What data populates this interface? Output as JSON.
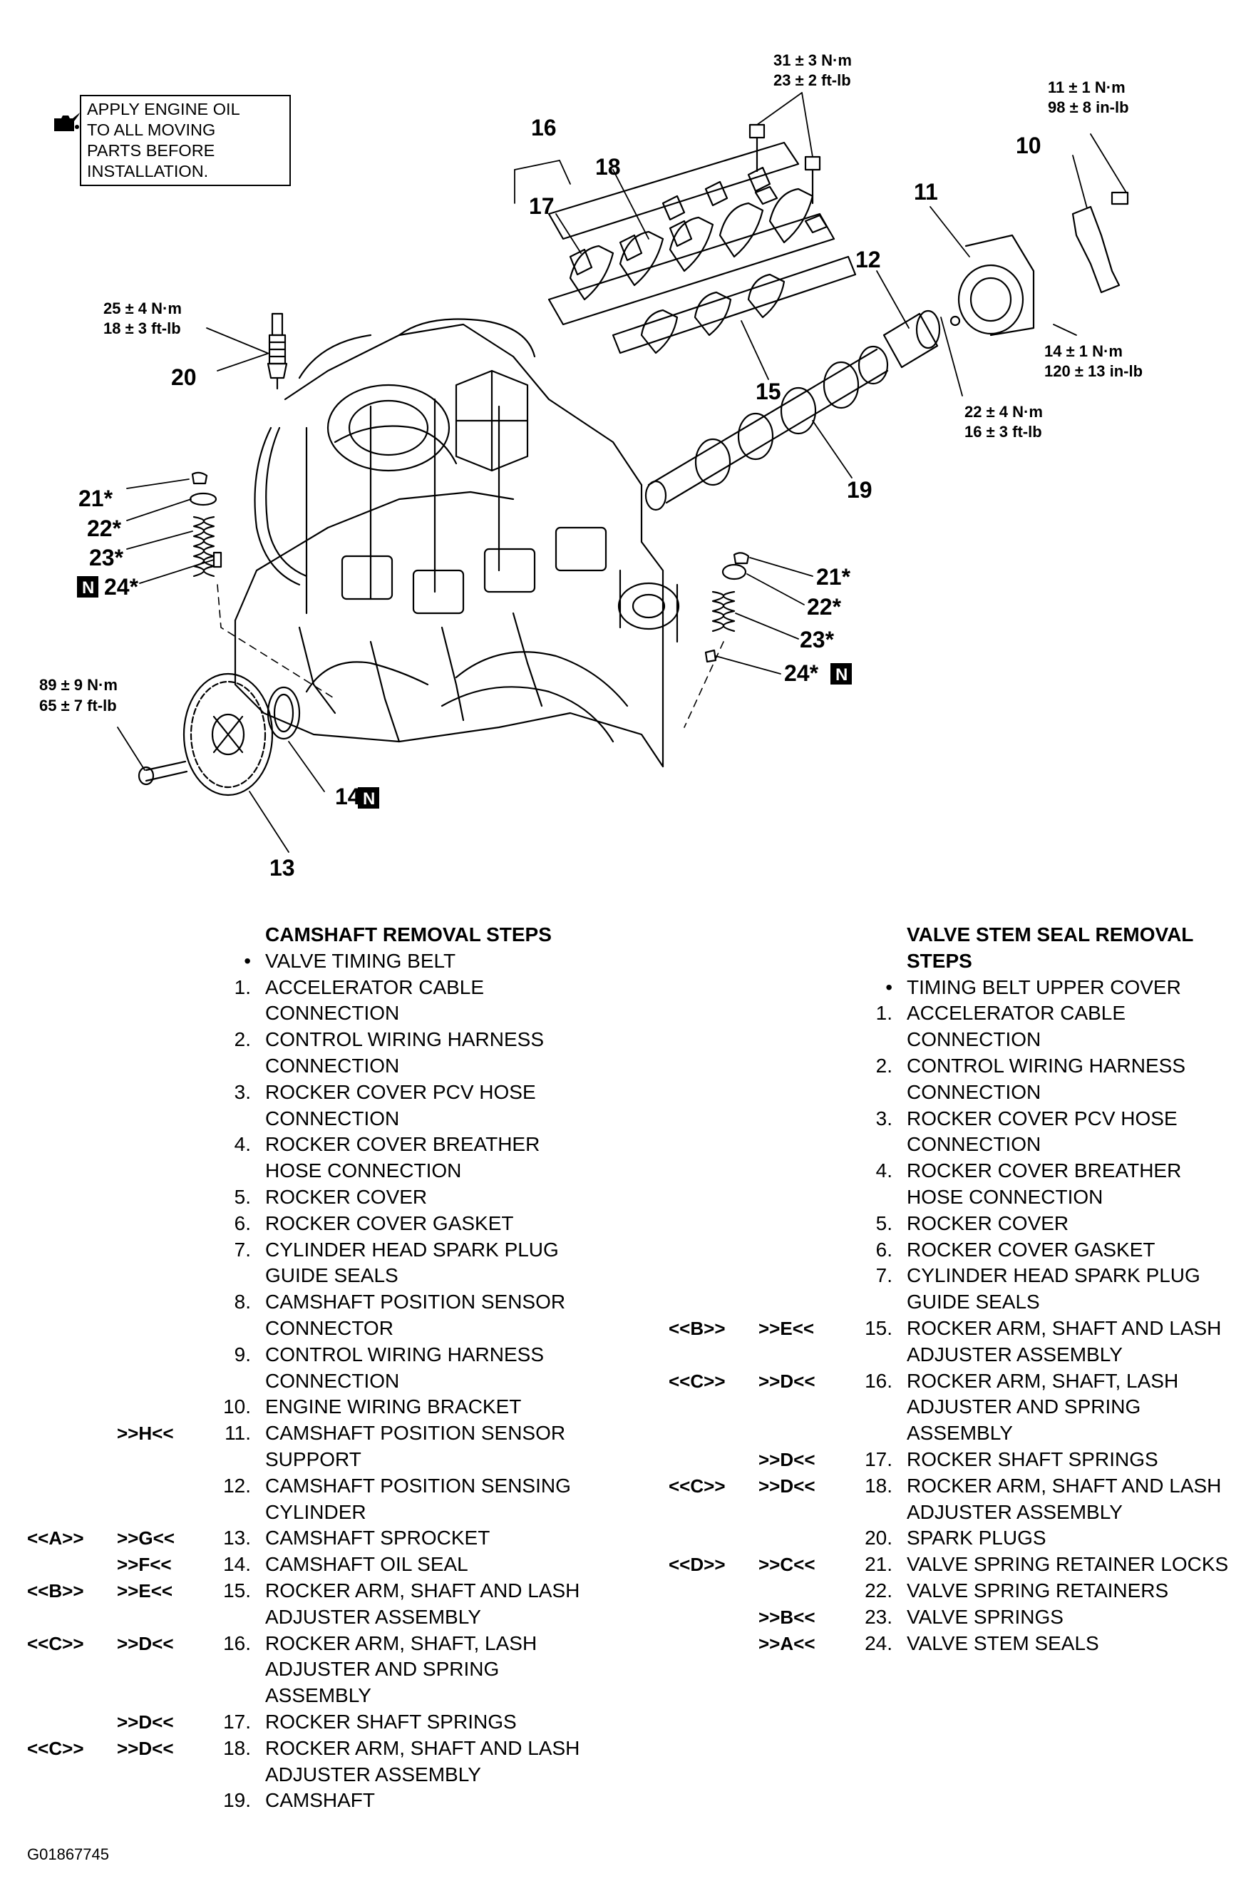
{
  "oil_note": {
    "lines": [
      "APPLY ENGINE OIL",
      "TO ALL MOVING",
      "PARTS BEFORE",
      "INSTALLATION."
    ],
    "icon": "oil-can-icon"
  },
  "callouts": {
    "n10": "10",
    "n11": "11",
    "n12": "12",
    "n13": "13",
    "n14": "14",
    "n15": "15",
    "n16": "16",
    "n17": "17",
    "n18": "18",
    "n19": "19",
    "n20": "20",
    "l21": "21*",
    "l22": "22*",
    "l23": "23*",
    "l24": "24*",
    "r21": "21*",
    "r22": "22*",
    "r23": "23*",
    "r24": "24*",
    "new_marker": "N"
  },
  "torques": {
    "t_top_a": "31 ± 3 N·m",
    "t_top_b": "23 ± 2 ft-lb",
    "t_10_a": "11 ± 1 N·m",
    "t_10_b": "98 ± 8 in-lb",
    "t_14a_a": "14 ± 1 N·m",
    "t_14a_b": "120 ± 13 in-lb",
    "t_22_a": "22 ± 4 N·m",
    "t_22_b": "16 ± 3 ft-lb",
    "t_20_a": "25 ± 4 N·m",
    "t_20_b": "18 ± 3 ft-lb",
    "t_89_a": "89 ± 9 N·m",
    "t_89_b": "65 ± 7 ft-lb"
  },
  "camshaft": {
    "title": "CAMSHAFT REMOVAL STEPS",
    "steps": [
      {
        "a": "",
        "b": "",
        "n": "•",
        "t": "VALVE TIMING BELT"
      },
      {
        "a": "",
        "b": "",
        "n": "1.",
        "t": "ACCELERATOR CABLE CONNECTION"
      },
      {
        "a": "",
        "b": "",
        "n": "2.",
        "t": "CONTROL WIRING HARNESS CONNECTION"
      },
      {
        "a": "",
        "b": "",
        "n": "3.",
        "t": "ROCKER COVER PCV HOSE CONNECTION"
      },
      {
        "a": "",
        "b": "",
        "n": "4.",
        "t": "ROCKER COVER BREATHER HOSE CONNECTION"
      },
      {
        "a": "",
        "b": "",
        "n": "5.",
        "t": "ROCKER COVER"
      },
      {
        "a": "",
        "b": "",
        "n": "6.",
        "t": "ROCKER COVER GASKET"
      },
      {
        "a": "",
        "b": "",
        "n": "7.",
        "t": "CYLINDER HEAD SPARK PLUG GUIDE SEALS"
      },
      {
        "a": "",
        "b": "",
        "n": "8.",
        "t": "CAMSHAFT POSITION SENSOR CONNECTOR"
      },
      {
        "a": "",
        "b": "",
        "n": "9.",
        "t": "CONTROL WIRING HARNESS CONNECTION"
      },
      {
        "a": "",
        "b": "",
        "n": "10.",
        "t": "ENGINE WIRING BRACKET"
      },
      {
        "a": "",
        "b": ">>H<<",
        "n": "11.",
        "t": "CAMSHAFT POSITION SENSOR SUPPORT"
      },
      {
        "a": "",
        "b": "",
        "n": "12.",
        "t": "CAMSHAFT POSITION SENSING CYLINDER"
      },
      {
        "a": "<<A>>",
        "b": ">>G<<",
        "n": "13.",
        "t": "CAMSHAFT SPROCKET"
      },
      {
        "a": "",
        "b": ">>F<<",
        "n": "14.",
        "t": "CAMSHAFT OIL SEAL"
      },
      {
        "a": "<<B>>",
        "b": ">>E<<",
        "n": "15.",
        "t": "ROCKER ARM, SHAFT AND LASH ADJUSTER ASSEMBLY"
      },
      {
        "a": "<<C>>",
        "b": ">>D<<",
        "n": "16.",
        "t": "ROCKER ARM, SHAFT, LASH ADJUSTER AND SPRING ASSEMBLY"
      },
      {
        "a": "",
        "b": ">>D<<",
        "n": "17.",
        "t": "ROCKER SHAFT SPRINGS"
      },
      {
        "a": "<<C>>",
        "b": ">>D<<",
        "n": "18.",
        "t": "ROCKER ARM, SHAFT AND LASH ADJUSTER ASSEMBLY"
      },
      {
        "a": "",
        "b": "",
        "n": "19.",
        "t": "CAMSHAFT"
      }
    ]
  },
  "valve": {
    "title": "VALVE STEM SEAL REMOVAL STEPS",
    "steps": [
      {
        "a": "",
        "b": "",
        "n": "•",
        "t": "TIMING BELT UPPER COVER"
      },
      {
        "a": "",
        "b": "",
        "n": "1.",
        "t": "ACCELERATOR CABLE CONNECTION"
      },
      {
        "a": "",
        "b": "",
        "n": "2.",
        "t": "CONTROL WIRING HARNESS CONNECTION"
      },
      {
        "a": "",
        "b": "",
        "n": "3.",
        "t": "ROCKER COVER PCV HOSE CONNECTION"
      },
      {
        "a": "",
        "b": "",
        "n": "4.",
        "t": "ROCKER COVER BREATHER HOSE CONNECTION"
      },
      {
        "a": "",
        "b": "",
        "n": "5.",
        "t": "ROCKER COVER"
      },
      {
        "a": "",
        "b": "",
        "n": "6.",
        "t": "ROCKER COVER GASKET"
      },
      {
        "a": "",
        "b": "",
        "n": "7.",
        "t": "CYLINDER HEAD SPARK PLUG GUIDE SEALS"
      },
      {
        "a": "<<B>>",
        "b": ">>E<<",
        "n": "15.",
        "t": "ROCKER ARM, SHAFT AND LASH ADJUSTER ASSEMBLY"
      },
      {
        "a": "<<C>>",
        "b": ">>D<<",
        "n": "16.",
        "t": "ROCKER ARM, SHAFT, LASH ADJUSTER AND SPRING ASSEMBLY"
      },
      {
        "a": "",
        "b": ">>D<<",
        "n": "17.",
        "t": "ROCKER SHAFT SPRINGS"
      },
      {
        "a": "<<C>>",
        "b": ">>D<<",
        "n": "18.",
        "t": "ROCKER ARM, SHAFT AND LASH ADJUSTER ASSEMBLY"
      },
      {
        "a": "",
        "b": "",
        "n": "20.",
        "t": "SPARK PLUGS"
      },
      {
        "a": "<<D>>",
        "b": ">>C<<",
        "n": "21.",
        "t": "VALVE SPRING RETAINER LOCKS"
      },
      {
        "a": "",
        "b": "",
        "n": "22.",
        "t": "VALVE SPRING RETAINERS"
      },
      {
        "a": "",
        "b": ">>B<<",
        "n": "23.",
        "t": "VALVE SPRINGS"
      },
      {
        "a": "",
        "b": ">>A<<",
        "n": "24.",
        "t": "VALVE STEM SEALS"
      }
    ]
  },
  "figure_id": "G01867745"
}
